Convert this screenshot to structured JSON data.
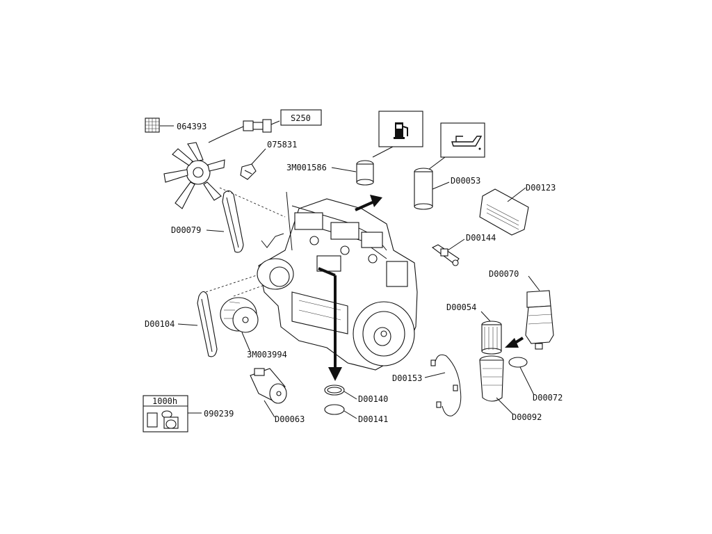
{
  "parts": [
    {
      "id": "p064393",
      "label": "064393"
    },
    {
      "id": "pS250",
      "label": "S250"
    },
    {
      "id": "p075831",
      "label": "075831"
    },
    {
      "id": "p3M001586",
      "label": "3M001586"
    },
    {
      "id": "pD00053",
      "label": "D00053"
    },
    {
      "id": "pD00123",
      "label": "D00123"
    },
    {
      "id": "pD00079",
      "label": "D00079"
    },
    {
      "id": "pD00144",
      "label": "D00144"
    },
    {
      "id": "pD00070",
      "label": "D00070"
    },
    {
      "id": "pD00054",
      "label": "D00054"
    },
    {
      "id": "pD00104",
      "label": "D00104"
    },
    {
      "id": "p3M003994",
      "label": "3M003994"
    },
    {
      "id": "pD00153",
      "label": "D00153"
    },
    {
      "id": "pD00140",
      "label": "D00140"
    },
    {
      "id": "pD00141",
      "label": "D00141"
    },
    {
      "id": "pD00072",
      "label": "D00072"
    },
    {
      "id": "pD00092",
      "label": "D00092"
    },
    {
      "id": "pD00063",
      "label": "D00063"
    },
    {
      "id": "p090239",
      "label": "090239"
    }
  ],
  "kit_box": {
    "interval_label": "1000h"
  },
  "icons": {
    "fuel": "fuel-pump-icon",
    "oil": "oil-can-icon"
  }
}
